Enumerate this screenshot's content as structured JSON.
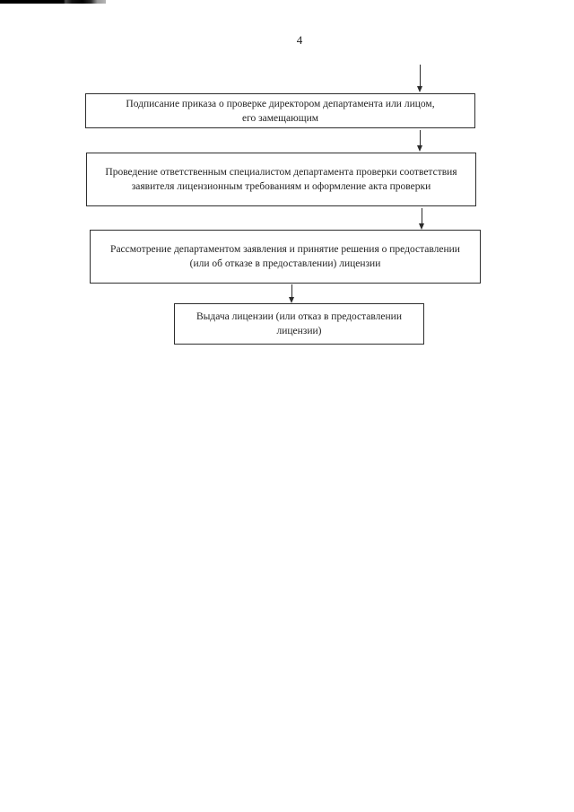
{
  "page": {
    "number": "4"
  },
  "flowchart": {
    "boxes": [
      {
        "id": "sign-order",
        "text": "Подписание приказа о проверке директором департамента или лицом,\nего замещающим"
      },
      {
        "id": "conduct-check",
        "text": "Проведение ответственным специалистом департамента проверки соответствия\nзаявителя лицензионным требованиям и оформление акта проверки"
      },
      {
        "id": "review-application",
        "text": "Рассмотрение департаментом заявления и принятие решения о предоставлении\n(или об отказе в предоставлении) лицензии"
      },
      {
        "id": "issue-license",
        "text": "Выдача лицензии (или отказ в предоставлении\nлицензии)"
      }
    ],
    "connectors": [
      {
        "from": "previous-page",
        "to": "sign-order"
      },
      {
        "from": "sign-order",
        "to": "conduct-check"
      },
      {
        "from": "conduct-check",
        "to": "review-application"
      },
      {
        "from": "review-application",
        "to": "issue-license"
      }
    ],
    "colors": {
      "border": "#2e2e2e",
      "text": "#1f1f1f",
      "background": "#ffffff"
    }
  }
}
